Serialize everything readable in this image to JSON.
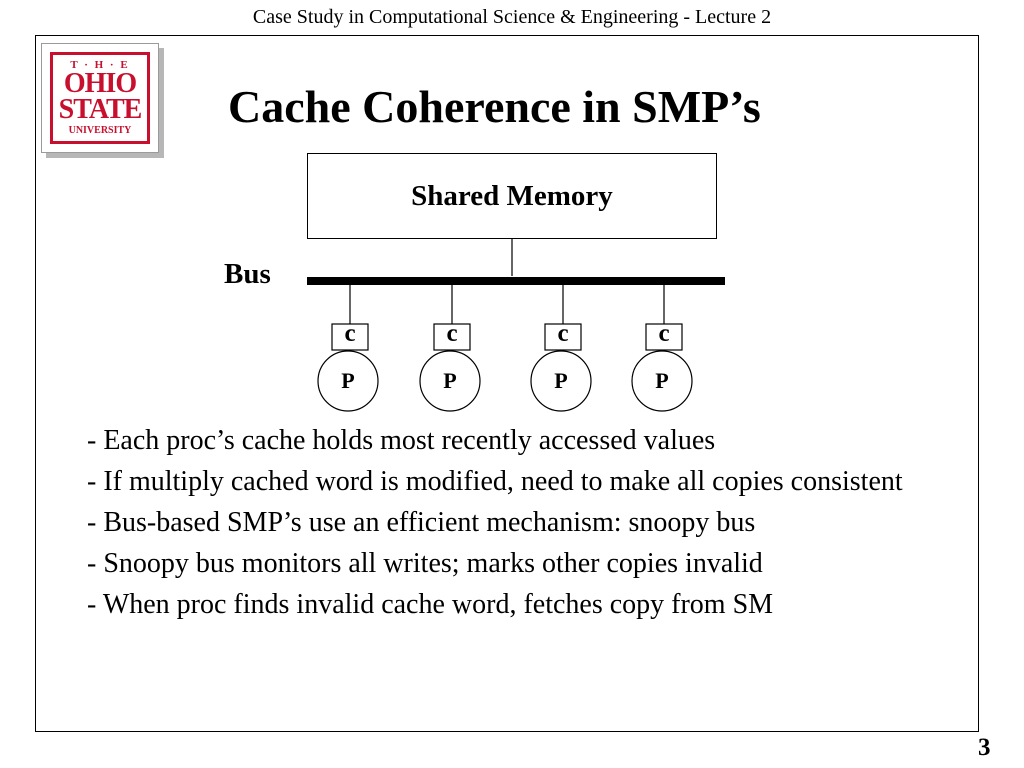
{
  "header": {
    "text": "Case Study in Computational Science & Engineering - Lecture 2"
  },
  "logo": {
    "the": "T · H · E",
    "ohio": "OHIO",
    "state": "STATE",
    "university": "UNIVERSITY"
  },
  "slide": {
    "title": "Cache Coherence in SMP’s",
    "diagram": {
      "memory_label": "Shared Memory",
      "bus_label": "Bus",
      "nodes": [
        {
          "cache": "c",
          "proc": "P"
        },
        {
          "cache": "c",
          "proc": "P"
        },
        {
          "cache": "c",
          "proc": "P"
        },
        {
          "cache": "c",
          "proc": "P"
        }
      ]
    },
    "bullets": [
      "- Each proc’s cache holds most recently accessed values",
      "- If multiply cached word is modified, need to make all copies consistent",
      "- Bus-based SMP’s use an efficient mechanism: snoopy bus",
      "- Snoopy bus monitors all writes; marks other copies invalid",
      "- When proc finds invalid cache word, fetches copy from SM"
    ]
  },
  "page_number": "3",
  "colors": {
    "logo_red": "#c8102e"
  }
}
